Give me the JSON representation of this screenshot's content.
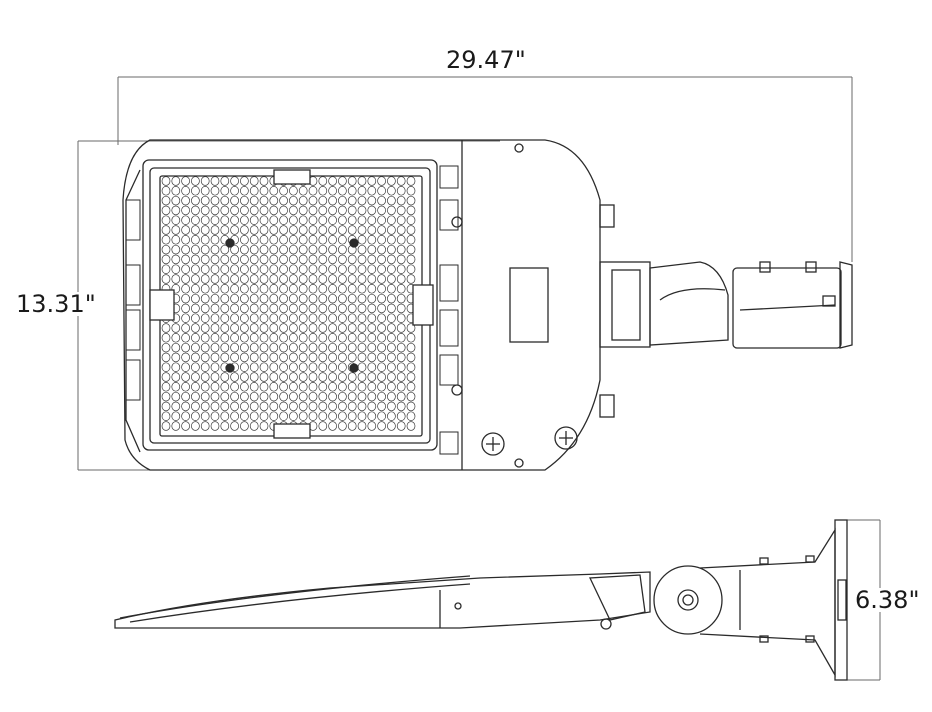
{
  "dimensions": {
    "overall_length": "29.47\"",
    "overall_width": "13.31\"",
    "side_height": "6.38\""
  },
  "colors": {
    "line": "#2b2b2b",
    "dimension_line": "#6a6a6a",
    "background": "#ffffff"
  }
}
